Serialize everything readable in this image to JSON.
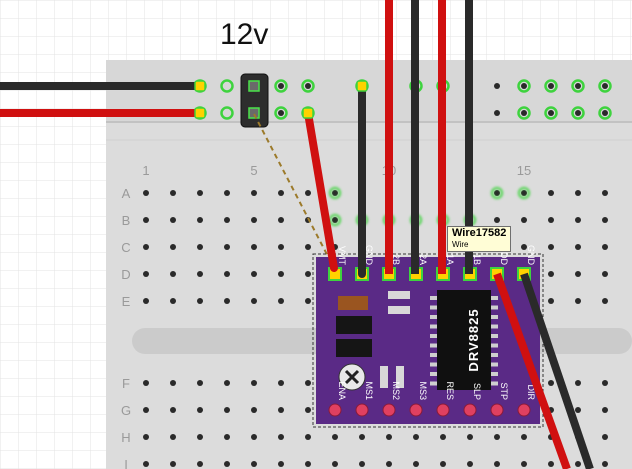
{
  "power_label": "12v",
  "breadboard": {
    "row_labels_top": [
      "A",
      "B",
      "C",
      "D",
      "E"
    ],
    "row_labels_bottom": [
      "F",
      "G",
      "H",
      "I"
    ],
    "column_numbers": [
      {
        "value": "1",
        "col": 1
      },
      {
        "value": "5",
        "col": 5
      },
      {
        "value": "10",
        "col": 10
      },
      {
        "value": "15",
        "col": 15
      }
    ]
  },
  "driver": {
    "chip_label": "DRV8825",
    "top_pins": [
      "VMT",
      "GND",
      "2B",
      "2A",
      "1A",
      "1B",
      "VDD",
      "GND"
    ],
    "bottom_pins": [
      "ENA",
      "MS1",
      "MS2",
      "MS3",
      "RES",
      "SLP",
      "STP",
      "DIR"
    ]
  },
  "tooltip": {
    "title": "Wire17582",
    "subtitle": "Wire"
  },
  "colors": {
    "wire_red": "#d01010",
    "wire_black": "#2a2a2a",
    "board_purple": "#5a2a86",
    "highlight_green": "#3ed33e",
    "connector_yellow": "#ffd200"
  }
}
